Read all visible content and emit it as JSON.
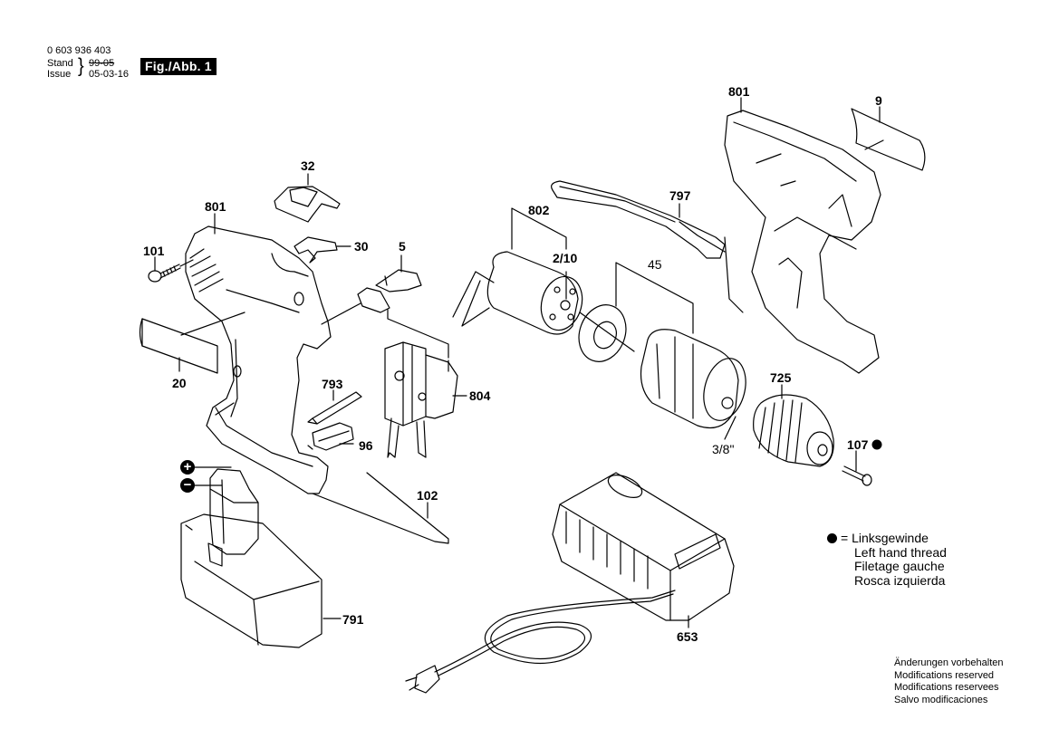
{
  "header": {
    "part_number": "0 603 936 403",
    "stand_label": "Stand",
    "stand_value": "99-05",
    "issue_label": "Issue",
    "issue_value": "05-03-16",
    "figure_badge": "Fig./Abb. 1"
  },
  "callouts": {
    "c801_left": "801",
    "c101": "101",
    "c32": "32",
    "c30": "30",
    "c5": "5",
    "c20": "20",
    "c793": "793",
    "c96": "96",
    "c804": "804",
    "c102": "102",
    "c791": "791",
    "c802": "802",
    "c2_10": "2/10",
    "c797": "797",
    "c45": "45",
    "c801_right": "801",
    "c9": "9",
    "c725": "725",
    "c3_8": "3/8\"",
    "c107": "107",
    "c653": "653"
  },
  "battery_terminals": {
    "plus": "+",
    "minus": "−"
  },
  "legend": {
    "symbol": "left-hand-thread-dot",
    "equals": "=",
    "lines": [
      "Linksgewinde",
      "Left hand thread",
      "Filetage gauche",
      "Rosca izquierda"
    ]
  },
  "notice": {
    "lines": [
      "Änderungen vorbehalten",
      "Modifications reserved",
      "Modifications reservees",
      "Salvo modificaciones"
    ]
  },
  "colors": {
    "ink": "#000000",
    "paper": "#ffffff",
    "badge_bg": "#000000",
    "badge_text": "#ffffff"
  }
}
